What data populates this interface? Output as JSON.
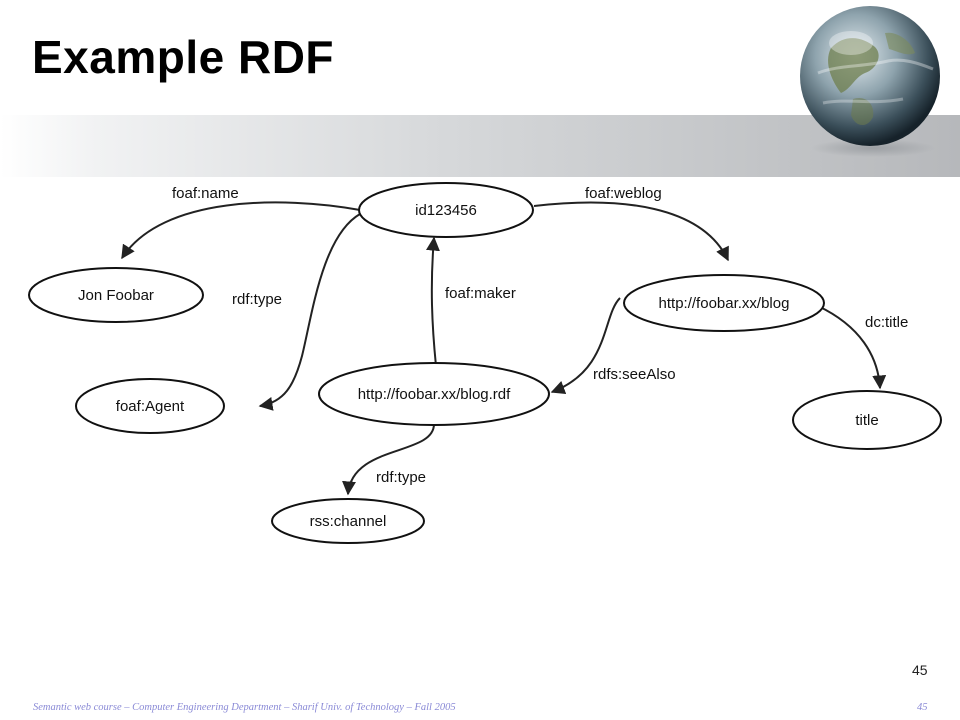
{
  "slide": {
    "title": "Example RDF",
    "page_number": "45",
    "footer": "Semantic web course – Computer Engineering Department – Sharif Univ. of Technology – Fall 2005",
    "footer_page": "45"
  },
  "diagram": {
    "nodes": {
      "id123456": "id123456",
      "jon_foobar": "Jon Foobar",
      "foaf_agent": "foaf:Agent",
      "blog_rdf": "http://foobar.xx/blog.rdf",
      "blog": "http://foobar.xx/blog",
      "title": "title",
      "rss_channel": "rss:channel"
    },
    "edges": {
      "foaf_name": "foaf:name",
      "foaf_weblog": "foaf:weblog",
      "rdf_type_agent": "rdf:type",
      "foaf_maker": "foaf:maker",
      "dc_title": "dc:title",
      "rdfs_seeAlso": "rdfs:seeAlso",
      "rdf_type_channel": "rdf:type"
    }
  },
  "colors": {
    "node_stroke": "#111111",
    "edge": "#222222",
    "footer": "#8a8ad6"
  }
}
